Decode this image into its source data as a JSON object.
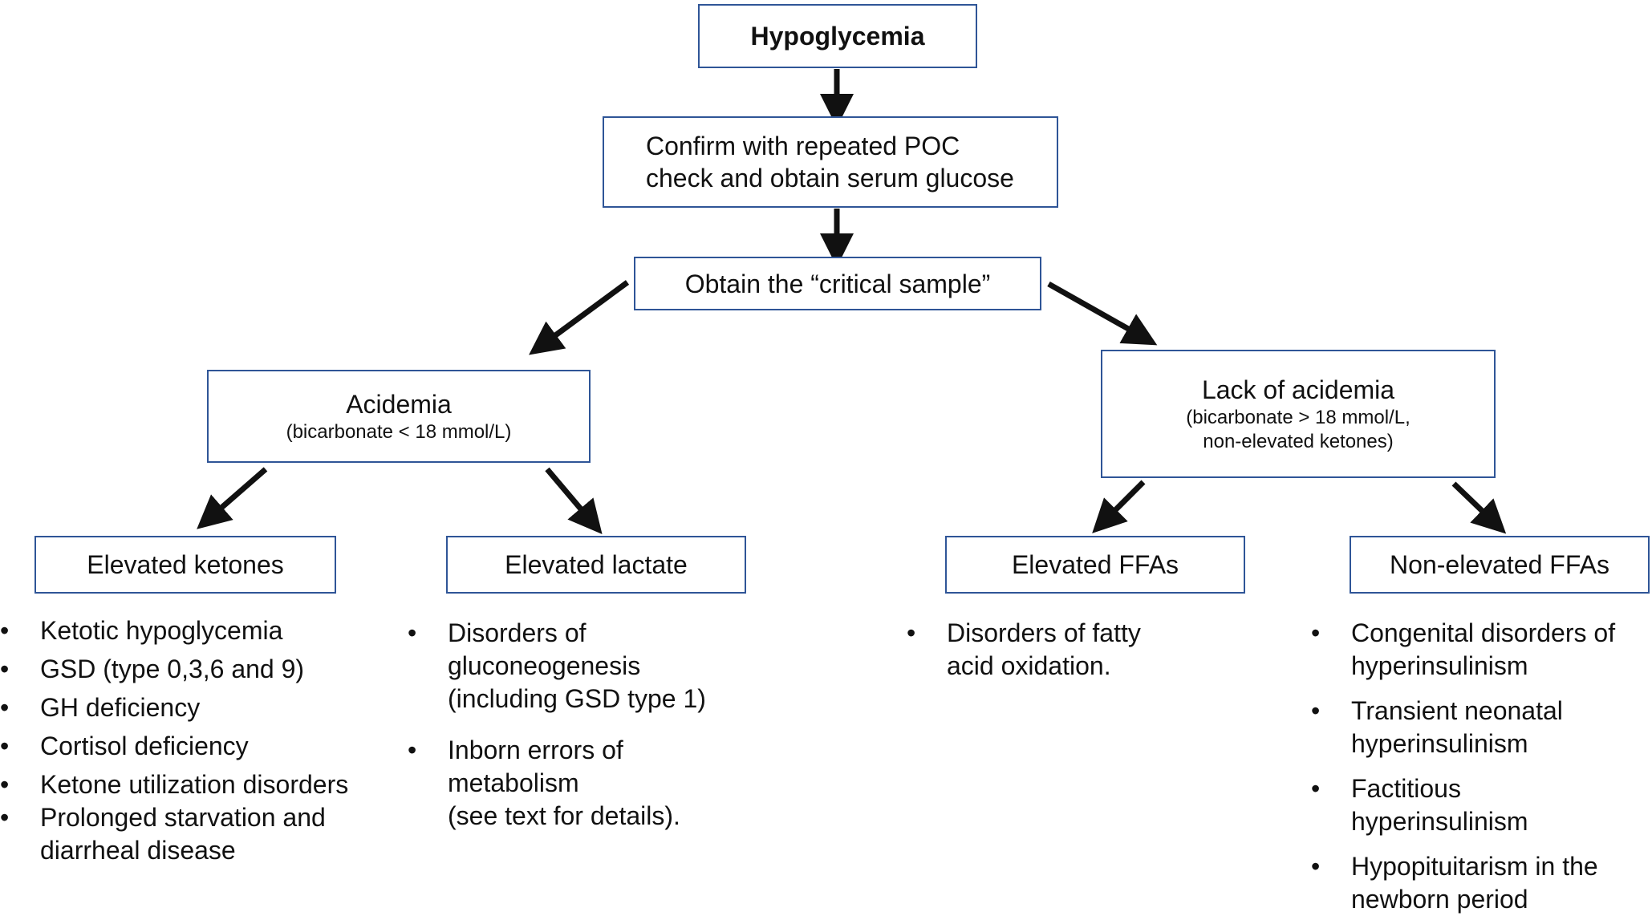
{
  "boxes": {
    "hypoglycemia": "Hypoglycemia",
    "confirm": [
      "Confirm with repeated POC",
      "check and obtain serum glucose"
    ],
    "critical_sample": "Obtain the “critical sample”",
    "acidemia": {
      "title": "Acidemia",
      "subtitle": "(bicarbonate < 18 mmol/L)"
    },
    "lack_acidemia": {
      "title": "Lack of acidemia",
      "subtitle": [
        "(bicarbonate > 18 mmol/L,",
        "non-elevated ketones)"
      ]
    },
    "elevated_ketones": "Elevated ketones",
    "elevated_lactate": "Elevated lactate",
    "elevated_ffas": "Elevated FFAs",
    "non_elevated_ffas": "Non-elevated FFAs"
  },
  "lists": {
    "ketones": [
      [
        "Ketotic hypoglycemia"
      ],
      [
        "GSD (type 0,3,6 and 9)"
      ],
      [
        "GH deficiency"
      ],
      [
        "Cortisol deficiency"
      ],
      [
        "Ketone utilization disorders"
      ],
      [
        "Prolonged starvation and",
        "diarrheal disease"
      ]
    ],
    "lactate": [
      [
        "Disorders of",
        "gluconeogenesis",
        "(including GSD type 1)"
      ],
      [
        "Inborn errors of",
        "metabolism",
        "(see text for details)."
      ]
    ],
    "ffas": [
      [
        "Disorders of fatty",
        "acid oxidation."
      ]
    ],
    "non_ffas": [
      [
        "Congenital disorders of",
        "hyperinsulinism"
      ],
      [
        "Transient neonatal",
        "hyperinsulinism"
      ],
      [
        "Factitious",
        "hyperinsulinism"
      ],
      [
        "Hypopituitarism in the",
        "newborn period"
      ]
    ]
  },
  "colors": {
    "box_border": "#2f5597",
    "arrow": "#111111"
  }
}
